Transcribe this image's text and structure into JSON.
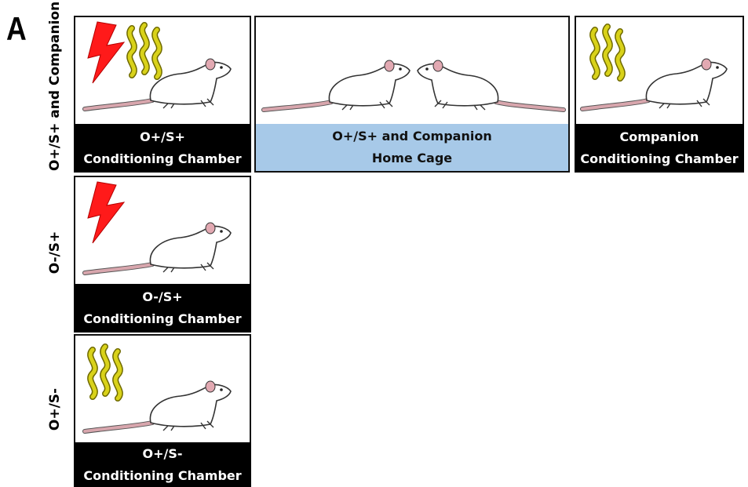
{
  "panel_letter": "A",
  "rows": [
    {
      "label": "O+/S+ and Companion"
    },
    {
      "label": "O-/S+"
    },
    {
      "label": "O+/S-"
    }
  ],
  "cells": {
    "r1_chamber": {
      "line1": "O+/S+",
      "line2": "Conditioning Chamber"
    },
    "r1_home": {
      "line1": "O+/S+ and Companion",
      "line2": "Home Cage"
    },
    "r1_companion": {
      "line1": "Companion",
      "line2": "Conditioning Chamber"
    },
    "r2_chamber": {
      "line1": "O-/S+",
      "line2": "Conditioning Chamber"
    },
    "r3_chamber": {
      "line1": "O+/S-",
      "line2": "Conditioning Chamber"
    }
  },
  "icons": {
    "shock": "lightning-bolt-icon",
    "odor": "odor-waves-icon",
    "animal": "rat-icon"
  },
  "colors": {
    "shock": "#ff1a1a",
    "odor": "#d9d21a",
    "odor_outline": "#6f6a00",
    "tail": "#d8a6ad",
    "caption_dark": "#000000",
    "caption_blue": "#a7c9e8"
  }
}
